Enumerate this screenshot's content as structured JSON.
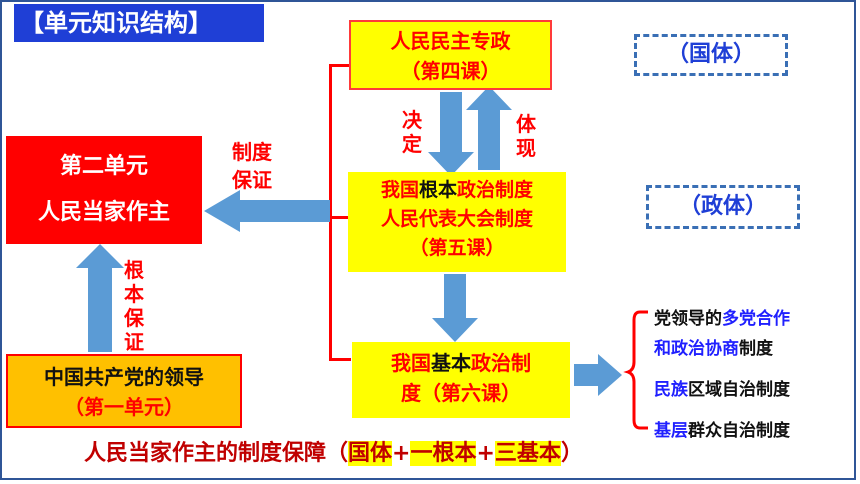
{
  "header": {
    "title": "【单元知识结构】"
  },
  "top_box": {
    "line1": "人民民主专政",
    "line2": "（第四课）"
  },
  "tag_guoti": "（国体）",
  "tag_zhengti": "（政体）",
  "left_box": {
    "line1": "第二单元",
    "line2": "人民当家作主"
  },
  "middle_box": {
    "line1_a": "我国",
    "line1_b": "根本",
    "line1_c": "政治制度",
    "line2": "人民代表大会制度",
    "line3": "（第五课）"
  },
  "bottom_mid_box": {
    "line1_a": "我国",
    "line1_b": "基本",
    "line1_c": "政治制",
    "line2": "度（第六课）"
  },
  "bottom_left_box": {
    "line1": "中国共产党的领导",
    "line2": "（第一单元）"
  },
  "labels": {
    "decide": "决定",
    "embody": "体现",
    "system_guarantee_1": "制度",
    "system_guarantee_2": "保证",
    "fundamental_guarantee": "根本保证"
  },
  "right_list": [
    {
      "parts": [
        {
          "t": "党领导的",
          "c": "black"
        },
        {
          "t": "多党合作",
          "c": "blue"
        }
      ]
    },
    {
      "parts": [
        {
          "t": "和政治协商",
          "c": "blue"
        },
        {
          "t": "制度",
          "c": "black"
        }
      ]
    },
    {
      "parts": [
        {
          "t": "民族",
          "c": "blue"
        },
        {
          "t": "区域自治制度",
          "c": "black"
        }
      ]
    },
    {
      "parts": [
        {
          "t": "基层",
          "c": "blue"
        },
        {
          "t": "群众自治制度",
          "c": "black"
        }
      ]
    }
  ],
  "footer": {
    "prefix": "人民当家作主的制度保障（",
    "h1": "国体",
    "plus1": "+",
    "h2": "一根本",
    "plus2": "+",
    "h3": "三基本",
    "suffix": "）"
  },
  "colors": {
    "red": "#ff0000",
    "yellow": "#ffff00",
    "orange": "#ffc000",
    "blue": "#1f3fd6",
    "arrow": "#5b9bd5"
  }
}
